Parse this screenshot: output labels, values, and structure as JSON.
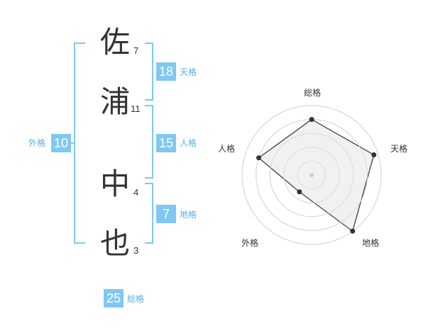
{
  "name": {
    "chars": [
      {
        "char": "佐",
        "strokes": "7"
      },
      {
        "char": "浦",
        "strokes": "11"
      },
      {
        "char": "中",
        "strokes": "4"
      },
      {
        "char": "也",
        "strokes": "3"
      }
    ]
  },
  "fortune": {
    "tenkaku": {
      "value": "18",
      "label": "天格"
    },
    "jinkaku": {
      "value": "15",
      "label": "人格"
    },
    "chikaku": {
      "value": "7",
      "label": "地格"
    },
    "gaikaku": {
      "value": "10",
      "label": "外格"
    },
    "soukaku": {
      "value": "25",
      "label": "総格"
    }
  },
  "colors": {
    "accent": "#7fc8f2",
    "label": "#52b0e6",
    "radar_fill": "#efefef",
    "radar_stroke": "#333333"
  },
  "chart_data": {
    "type": "radar",
    "categories": [
      "総格",
      "天格",
      "地格",
      "外格",
      "人格"
    ],
    "series": [
      {
        "values": [
          0.8,
          0.94,
          1.0,
          0.3,
          0.8
        ]
      }
    ],
    "scale_max": 1.0,
    "grid_rings": 5
  }
}
